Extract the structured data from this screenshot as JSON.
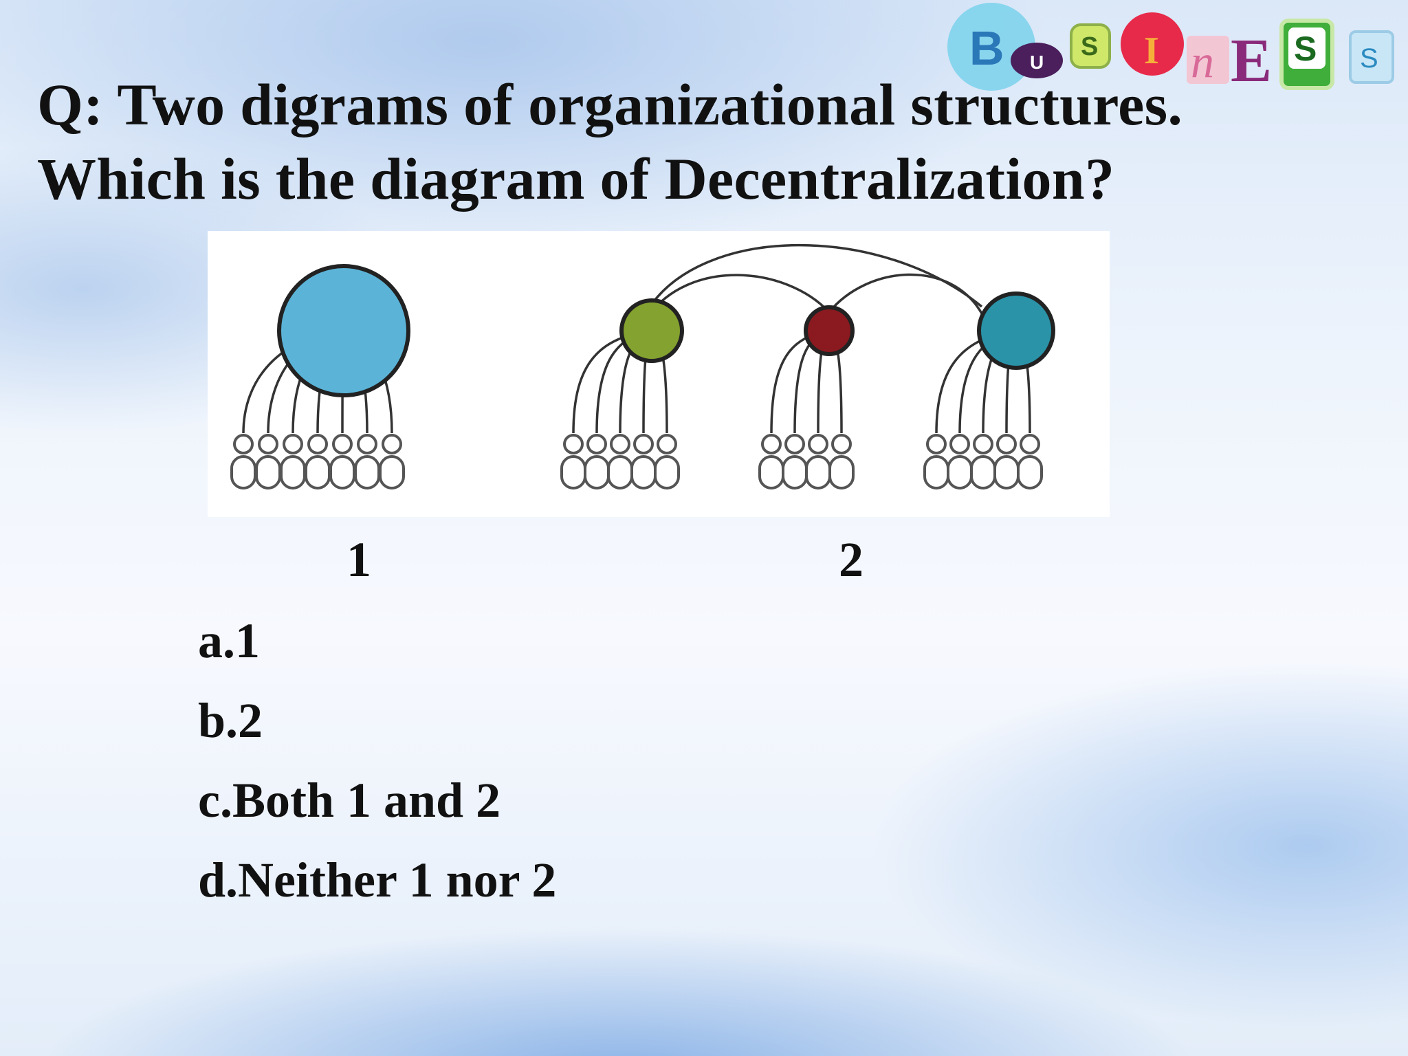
{
  "logo": {
    "letters": [
      "B",
      "U",
      "S",
      "I",
      "n",
      "E",
      "S",
      "S"
    ],
    "alt_name": "Business logo"
  },
  "question": {
    "line1": "Q: Two digrams of organizational structures.",
    "line2": "Which is the diagram of Decentralization?"
  },
  "figure": {
    "label_1": "1",
    "label_2": "2",
    "colors": {
      "diagram1_hub": "#5bb4d8",
      "diagram2_hub_left": "#84a22f",
      "diagram2_hub_middle": "#8a1a1f",
      "diagram2_hub_right": "#2a93a8",
      "outline": "#222222",
      "person": "#555555"
    },
    "diagram1_member_count": 7,
    "diagram2_group_member_counts": [
      5,
      4,
      5
    ]
  },
  "options": [
    {
      "text": "a.1"
    },
    {
      "text": "b.2"
    },
    {
      "text": "c.Both 1 and 2"
    },
    {
      "text": "d.Neither 1 nor 2"
    }
  ]
}
